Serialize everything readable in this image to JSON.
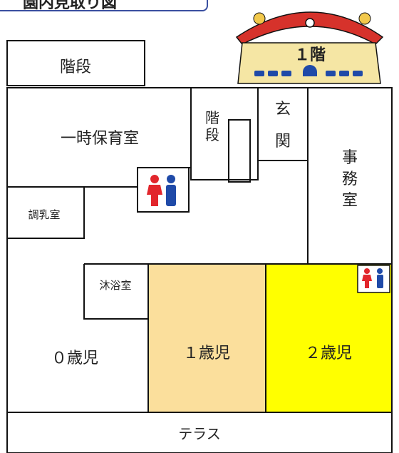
{
  "title": "園内見取り図",
  "building_badge": {
    "label": "１階"
  },
  "rooms": {
    "stairs_top": "階段",
    "temp_childcare": "一時保育室",
    "stairs_small_1": "階",
    "stairs_small_2": "段",
    "entrance_1": "玄",
    "entrance_2": "関",
    "office_1": "事",
    "office_2": "務",
    "office_3": "室",
    "formula_room": "調乳室",
    "bath_room": "沐浴室",
    "age0": "０歳児",
    "age1": "１歳児",
    "age2": "２歳児",
    "terrace": "テラス"
  },
  "colors": {
    "age1_fill": "#fbdf9c",
    "age2_fill": "#ffff00",
    "wall": "#111111",
    "badge_fill": "#f5e6a4",
    "roof": "#d6322b",
    "toilet_red": "#e2262c",
    "toilet_blue": "#1f4aa8"
  },
  "icons": [
    "building-icon",
    "toilet-icon",
    "toilet-icon"
  ]
}
